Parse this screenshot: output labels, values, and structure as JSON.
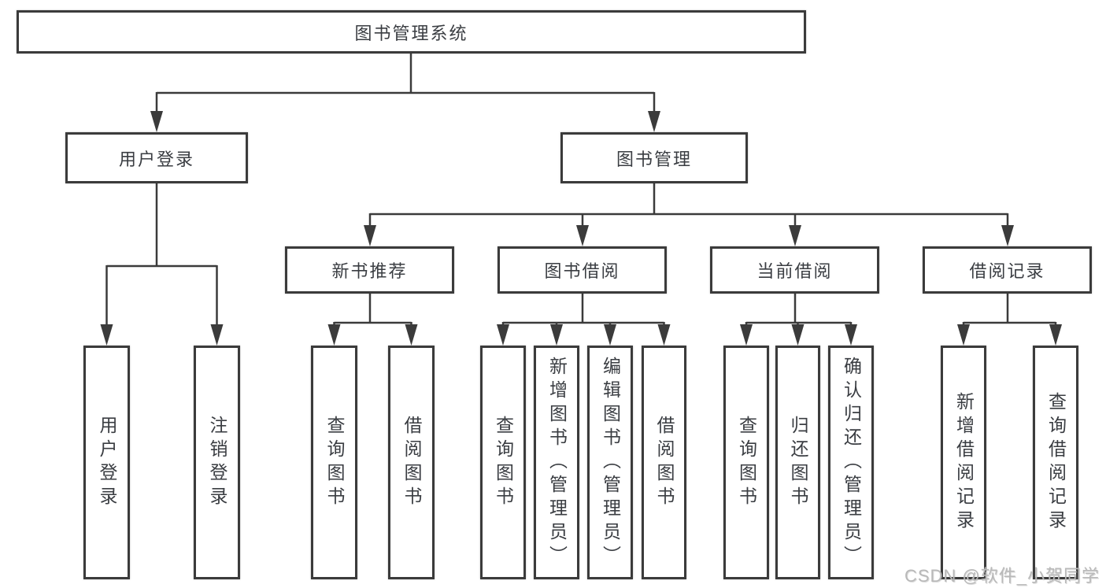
{
  "diagram": {
    "root": "图书管理系统",
    "level2": {
      "user_login": "用户登录",
      "book_mgmt": "图书管理"
    },
    "level3": {
      "new_books": "新书推荐",
      "book_borrow": "图书借阅",
      "current_borrow": "当前借阅",
      "borrow_records": "借阅记录"
    },
    "leaves": {
      "user": [
        "用户登录",
        "注销登录"
      ],
      "new_books": [
        "查询图书",
        "借阅图书"
      ],
      "book_borrow": [
        "查询图书",
        "新增图书（管理员）",
        "编辑图书（管理员）",
        "借阅图书"
      ],
      "current_borrow": [
        "查询图书",
        "归还图书",
        "确认归还（管理员）"
      ],
      "borrow_records": [
        "新增借阅记录",
        "查询借阅记录"
      ]
    },
    "watermark": "CSDN @软件_小贺同学"
  }
}
